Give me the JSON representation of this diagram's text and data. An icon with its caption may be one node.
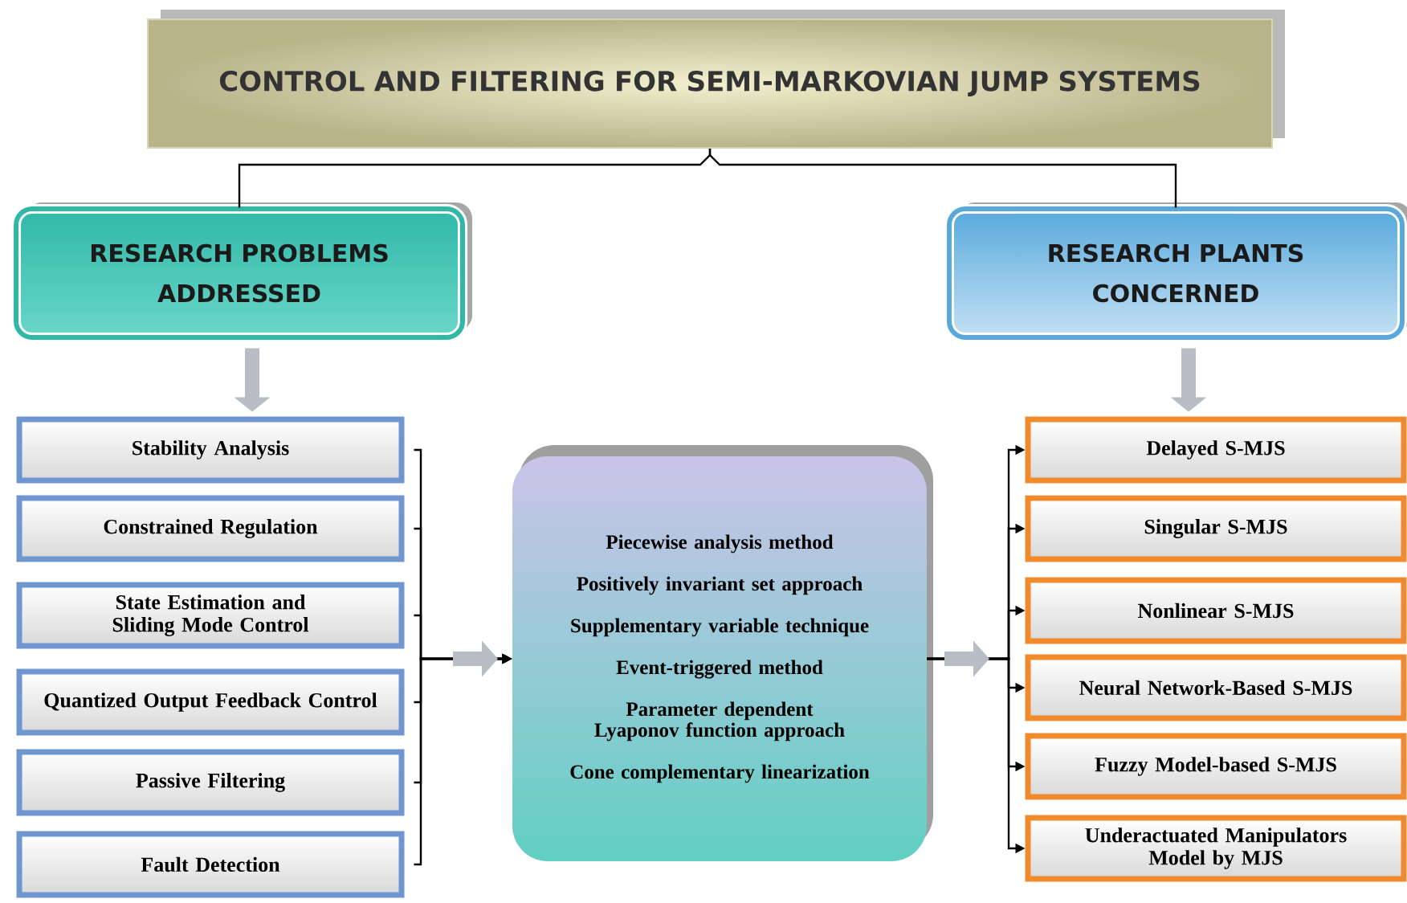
{
  "diagram": {
    "nodes": [
      {
        "text": [
          "CONTROL AND FILTERING FOR SEMI-MARKOVIAN JUMP SYSTEMS"
        ]
      },
      {
        "text": [
          "RESEARCH PROBLEMS ADDRESSED"
        ]
      },
      {
        "text": [
          "RESEARCH PLANTS CONCERNED"
        ]
      },
      {
        "text": [
          "Stability Analysis"
        ]
      },
      {
        "text": [
          "Constrained Regulation"
        ]
      },
      {
        "text": [
          "State Estimation and Sliding Mode Control"
        ]
      },
      {
        "text": [
          "Quantized Output Feedback Control"
        ]
      },
      {
        "text": [
          "Passive Filtering"
        ]
      },
      {
        "text": [
          "Fault Detection"
        ]
      },
      {
        "text": [
          "Piecewise analysis method",
          "Positively invariant set approach",
          "Supplementary variable technique",
          "Event-triggered method",
          "Parameter dependent Lyaponov function approach",
          "Cone complementary linearization"
        ]
      },
      {
        "text": [
          "Delayed S-MJS"
        ]
      },
      {
        "text": [
          "Singular S-MJS"
        ]
      },
      {
        "text": [
          "Nonlinear S-MJS"
        ]
      },
      {
        "text": [
          "Neural Network-Based S-MJS"
        ]
      },
      {
        "text": [
          "Fuzzy Model-based S-MJS"
        ]
      },
      {
        "text": [
          "Underactuated Manipulators Model by MJS"
        ]
      }
    ],
    "edges": [
      {
        "from": 0,
        "to": 1,
        "arrow": "none"
      },
      {
        "from": 0,
        "to": 2,
        "arrow": "none"
      },
      {
        "from": 1,
        "to": 3,
        "arrow": "to",
        "style": "thick",
        "color": "#b8bcc4"
      },
      {
        "from": 2,
        "to": 10,
        "arrow": "to",
        "style": "thick",
        "color": "#b8bcc4"
      },
      {
        "from": 3,
        "to": 9,
        "arrow": "to"
      },
      {
        "from": 4,
        "to": 9,
        "arrow": "to"
      },
      {
        "from": 5,
        "to": 9,
        "arrow": "to"
      },
      {
        "from": 6,
        "to": 9,
        "arrow": "to"
      },
      {
        "from": 7,
        "to": 9,
        "arrow": "to"
      },
      {
        "from": 8,
        "to": 9,
        "arrow": "to"
      },
      {
        "from": 9,
        "to": 10,
        "arrow": "to"
      },
      {
        "from": 9,
        "to": 11,
        "arrow": "to"
      },
      {
        "from": 9,
        "to": 12,
        "arrow": "to"
      },
      {
        "from": 9,
        "to": 13,
        "arrow": "to"
      },
      {
        "from": 9,
        "to": 14,
        "arrow": "to"
      },
      {
        "from": 9,
        "to": 15,
        "arrow": "to"
      }
    ]
  }
}
